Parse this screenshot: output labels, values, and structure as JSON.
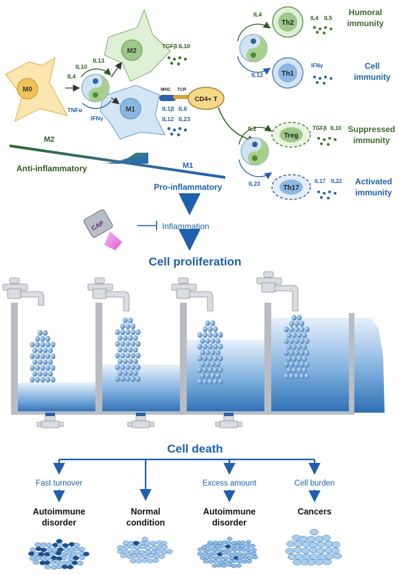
{
  "cells": {
    "m0": "M0",
    "m1": "M1",
    "m2": "M2",
    "cd4": "CD4+ T",
    "mhc": "MHC",
    "tcr": "TCR",
    "th2": "Th2",
    "th1": "Th1",
    "treg": "Treg",
    "th17": "Th17",
    "cap": "CAP"
  },
  "cytokines": {
    "il4_m": "IL4",
    "il10_m": "IL10",
    "il13": "IL13",
    "tnfa": "TNFα",
    "ifng_m": "IFNγ",
    "tgfb_m2": "TGFβ",
    "il10_m2": "IL10",
    "il1b": "IL1β",
    "il6": "IL6",
    "il12_m1": "IL12",
    "il23_m1": "IL23",
    "il4_t": "IL4",
    "il12_t": "IL12",
    "il4_th2": "IL4",
    "il5_th2": "IL5",
    "ifng_th1": "IFNγ",
    "il2_t": "IL2",
    "il23_t": "IL23",
    "tgfb_treg": "TGFβ",
    "il10_treg": "IL10",
    "il17_th17": "IL17",
    "il22_th17": "IL22"
  },
  "outcomes": {
    "humoral": [
      "Humoral",
      "immunity"
    ],
    "cell": [
      "Cell",
      "immunity"
    ],
    "suppressed": [
      "Suppressed",
      "immunity"
    ],
    "activated": [
      "Activated",
      "immunity"
    ]
  },
  "balance": {
    "m2": "M2",
    "m1": "M1",
    "anti": "Anti-inflammatory",
    "pro": "Pro-inflammatory"
  },
  "flow": {
    "inflammation": "Inflammation",
    "proliferation": "Cell proliferation",
    "death": "Cell death"
  },
  "conditions": [
    {
      "cause": "Fast turnover",
      "result": [
        "Autoimmune",
        "disorder"
      ]
    },
    {
      "cause": "",
      "result": [
        "Normal",
        "condition"
      ]
    },
    {
      "cause": "Excess amount",
      "result": [
        "Autoimmune",
        "disorder"
      ]
    },
    {
      "cause": "Cell burden",
      "result": [
        "Cancers"
      ]
    }
  ],
  "colors": {
    "blue_text": "#1f5fb0",
    "green_text": "#3c6a2a",
    "dark_green": "#2f5a1e",
    "m0_fill": "#fbe6b0",
    "m2_fill": "#dff0d6",
    "m1_fill": "#d4e6f6",
    "cd4_fill": "#f5d98a",
    "water": "#3f7fbf"
  }
}
